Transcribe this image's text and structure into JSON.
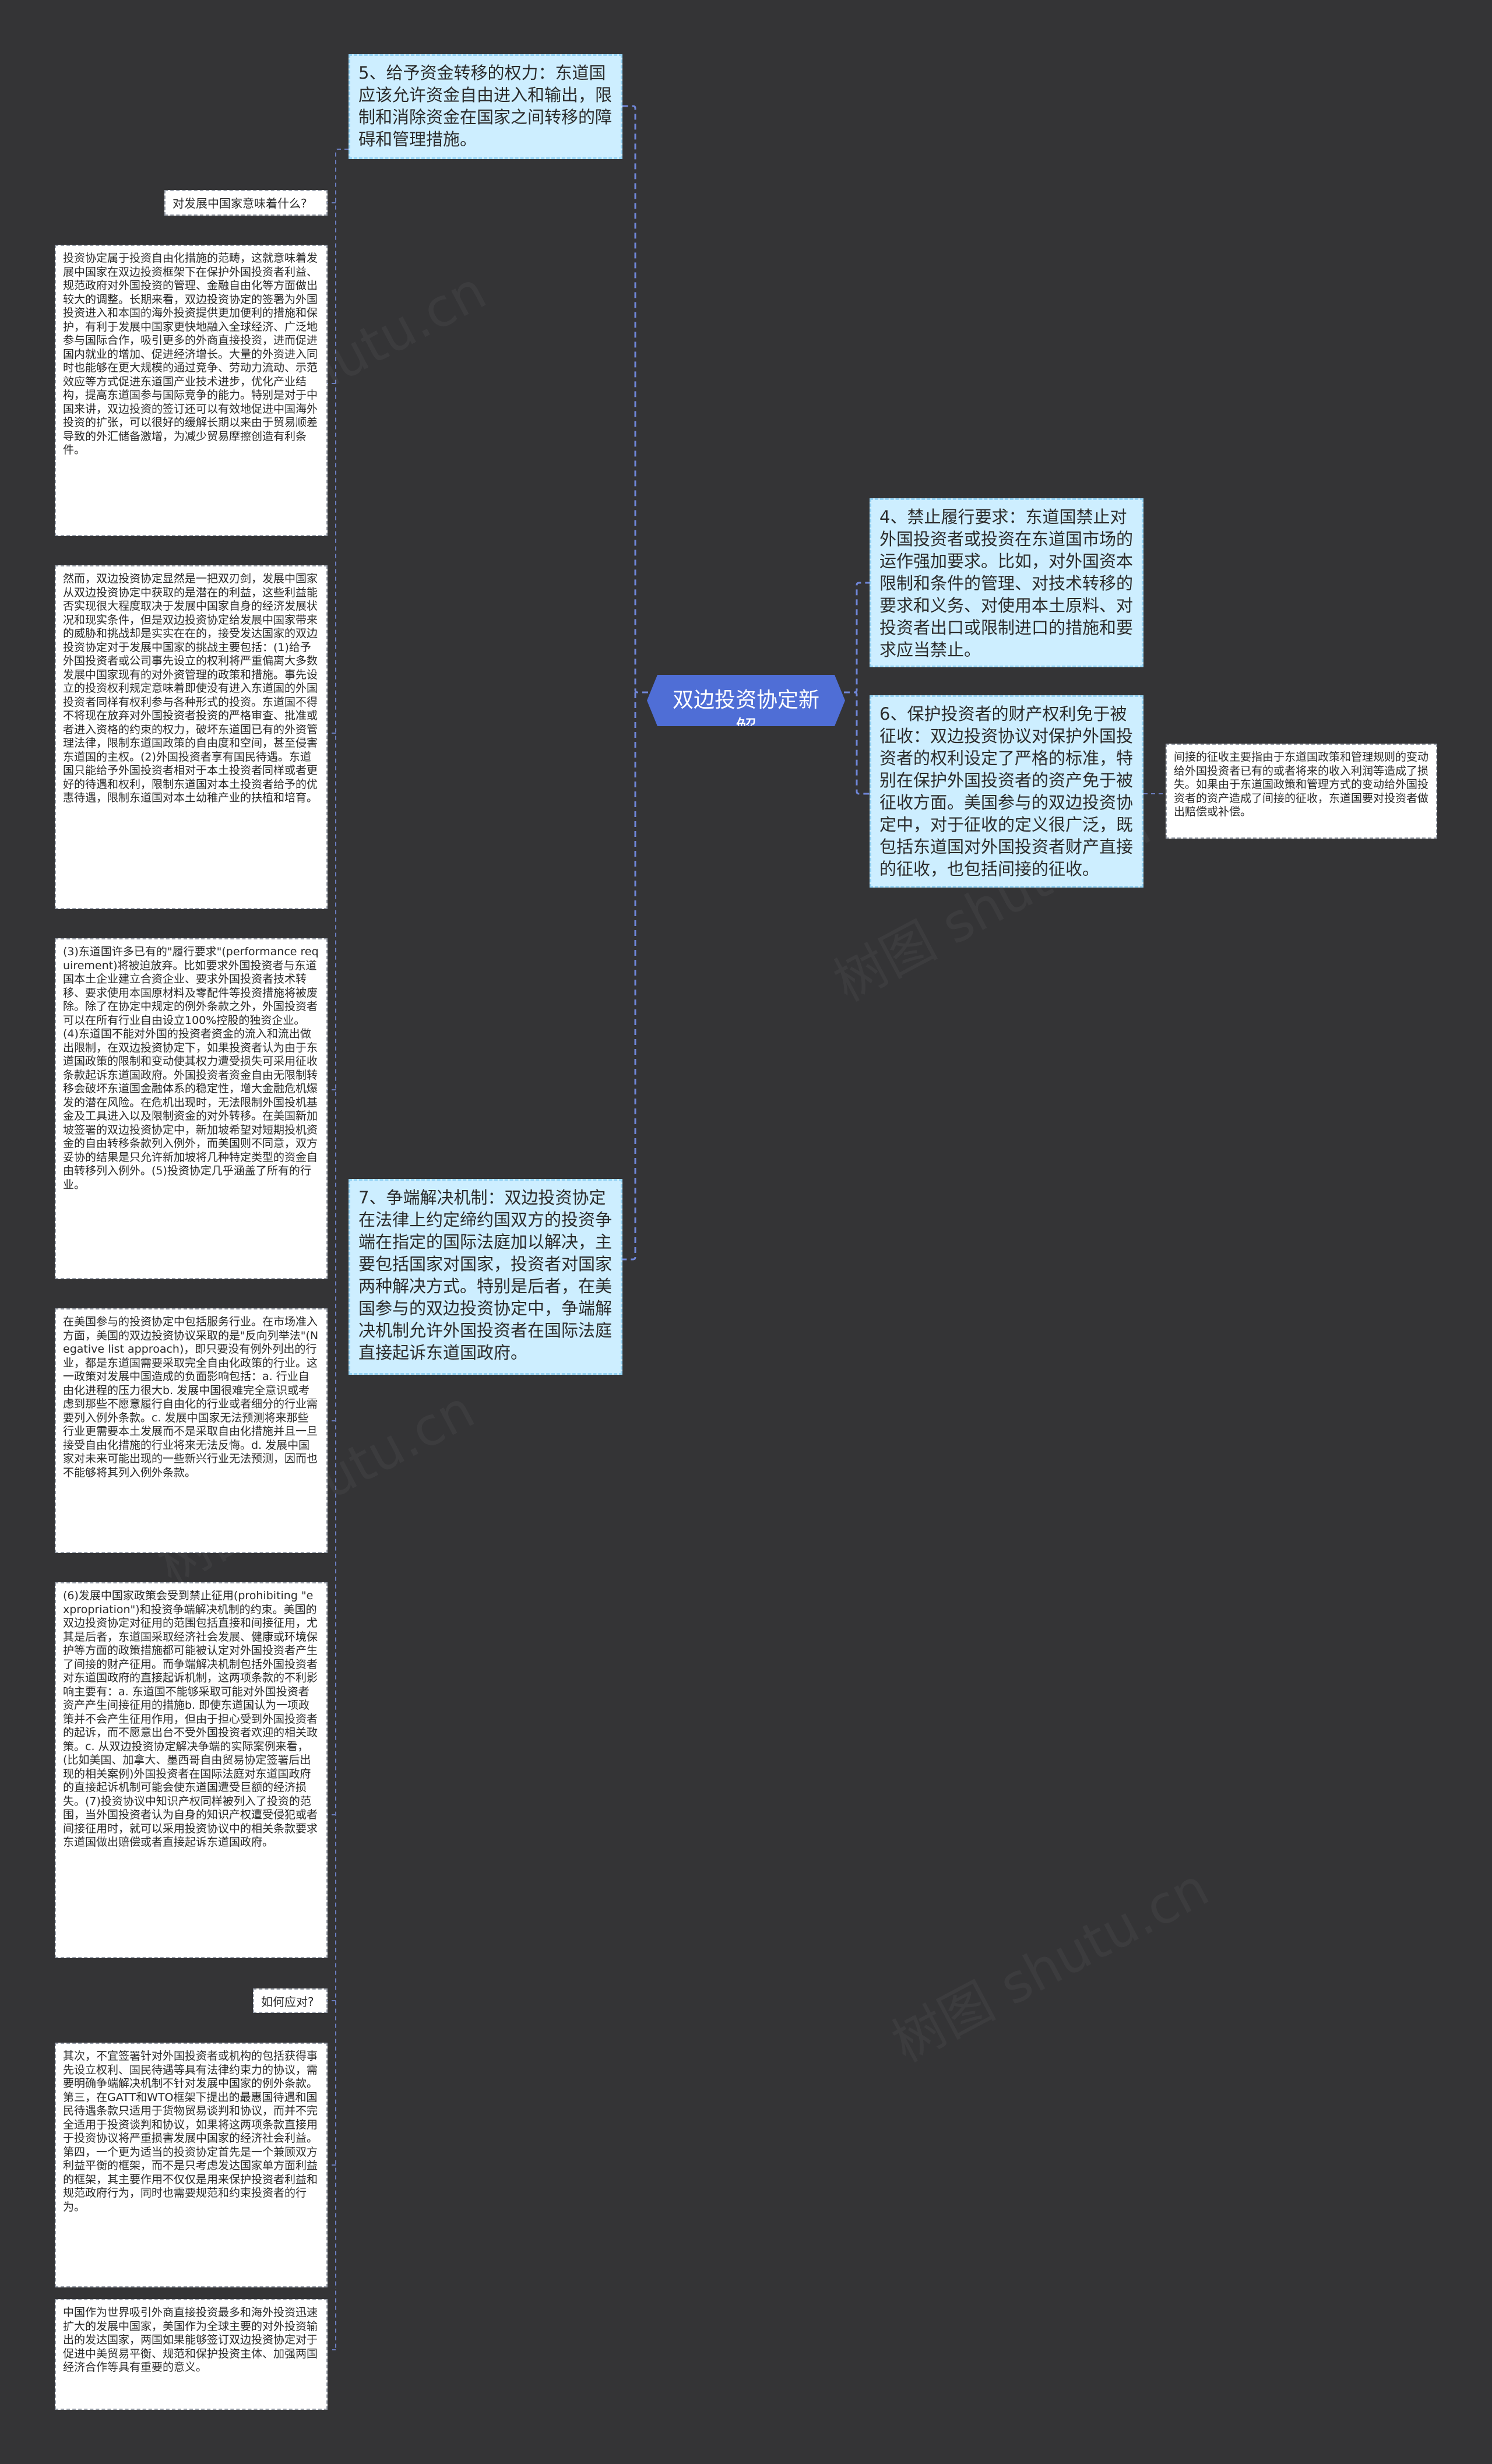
{
  "root": {
    "label": "双边投资协定新解"
  },
  "watermark": {
    "text": "树图 shutu.cn"
  },
  "left_branches": {
    "b5": {
      "text": "5、给予资金转移的权力：东道国应该允许资金自由进入和输出，限制和消除资金在国家之间转移的障碍和管理措施。"
    },
    "b7": {
      "text": "7、争端解决机制：双边投资协定在法律上约定缔约国双方的投资争端在指定的国际法庭加以解决，主要包括国家对国家，投资者对国家两种解决方式。特别是后者，在美国参与的双边投资协定中，争端解决机制允许外国投资者在国际法庭直接起诉东道国政府。"
    }
  },
  "right_branches": {
    "b4": {
      "text": "4、禁止履行要求：东道国禁止对外国投资者或投资在东道国市场的运作强加要求。比如，对外国资本限制和条件的管理、对技术转移的要求和义务、对使用本土原料、对投资者出口或限制进口的措施和要求应当禁止。"
    },
    "b6": {
      "text": "6、保护投资者的财产权利免于被征收：双边投资协议对保护外国投资者的权利设定了严格的标准，特别在保护外国投资者的资产免于被征收方面。美国参与的双边投资协定中，对于征收的定义很广泛，既包括东道国对外国投资者财产直接的征收，也包括间接的征收。"
    }
  },
  "b6_detail": {
    "text": "间接的征收主要指由于东道国政策和管理规则的变动给外国投资者已有的或者将来的收入利润等造成了损失。如果由于东道国政策和管理方式的变动给外国投资者的资产造成了间接的征收，东道国要对投资者做出赔偿或补偿。"
  },
  "sub_nodes": [
    {
      "text": "对发展中国家意味着什么?"
    },
    {
      "text": "投资协定属于投资自由化措施的范畴，这就意味着发展中国家在双边投资框架下在保护外国投资者利益、规范政府对外国投资的管理、金融自由化等方面做出较大的调整。长期来看，双边投资协定的签署为外国投资进入和本国的海外投资提供更加便利的措施和保护，有利于发展中国家更快地融入全球经济、广泛地参与国际合作，吸引更多的外商直接投资，进而促进国内就业的增加、促进经济增长。大量的外资进入同时也能够在更大规模的通过竞争、劳动力流动、示范效应等方式促进东道国产业技术进步，优化产业结构，提高东道国参与国际竞争的能力。特别是对于中国来讲，双边投资的签订还可以有效地促进中国海外投资的扩张，可以很好的缓解长期以来由于贸易顺差导致的外汇储备激增，为减少贸易摩擦创造有利条件。"
    },
    {
      "text": "然而，双边投资协定显然是一把双刃剑，发展中国家从双边投资协定中获取的是潜在的利益，这些利益能否实现很大程度取决于发展中国家自身的经济发展状况和现实条件，但是双边投资协定给发展中国家带来的威胁和挑战却是实实在在的，接受发达国家的双边投资协定对于发展中国家的挑战主要包括：(1)给予外国投资者或公司事先设立的权利将严重偏离大多数发展中国家现有的对外资管理的政策和措施。事先设立的投资权利规定意味着即使没有进入东道国的外国投资者同样有权利参与各种形式的投资。东道国不得不将现在放弃对外国投资者投资的严格审查、批准或者进入资格的约束的权力，破坏东道国已有的外资管理法律，限制东道国政策的自由度和空间，甚至侵害东道国的主权。(2)外国投资者享有国民待遇。东道国只能给予外国投资者相对于本土投资者同样或者更好的待遇和权利，限制东道国对本土投资者给予的优惠待遇，限制东道国对本土幼稚产业的扶植和培育。"
    },
    {
      "text": "(3)东道国许多已有的\"履行要求\"(performance requirement)将被迫放弃。比如要求外国投资者与东道国本土企业建立合资企业、要求外国投资者技术转移、要求使用本国原材料及零配件等投资措施将被废除。除了在协定中规定的例外条款之外，外国投资者可以在所有行业自由设立100%控股的独资企业。(4)东道国不能对外国的投资者资金的流入和流出做出限制，在双边投资协定下，如果投资者认为由于东道国政策的限制和变动使其权力遭受损失可采用征收条款起诉东道国政府。外国投资者资金自由无限制转移会破坏东道国金融体系的稳定性，增大金融危机爆发的潜在风险。在危机出现时，无法限制外国投机基金及工具进入以及限制资金的对外转移。在美国新加坡签署的双边投资协定中，新加坡希望对短期投机资金的自由转移条款列入例外，而美国则不同意，双方妥协的结果是只允许新加坡将几种特定类型的资金自由转移列入例外。(5)投资协定几乎涵盖了所有的行业。"
    },
    {
      "text": "在美国参与的投资协定中包括服务行业。在市场准入方面，美国的双边投资协议采取的是\"反向列举法\"(Negative list approach)，即只要没有例外列出的行业，都是东道国需要采取完全自由化政策的行业。这一政策对发展中国造成的负面影响包括：a. 行业自由化进程的压力很大b. 发展中国很难完全意识或考虑到那些不愿意履行自由化的行业或者细分的行业需要列入例外条款。c. 发展中国家无法预测将来那些行业更需要本土发展而不是采取自由化措施并且一旦接受自由化措施的行业将来无法反悔。d. 发展中国家对未来可能出现的一些新兴行业无法预测，因而也不能够将其列入例外条款。"
    },
    {
      "text": "(6)发展中国家政策会受到禁止征用(prohibiting \"expropriation\")和投资争端解决机制的约束。美国的双边投资协定对征用的范围包括直接和间接征用，尤其是后者，东道国采取经济社会发展、健康或环境保护等方面的政策措施都可能被认定对外国投资者产生了间接的财产征用。而争端解决机制包括外国投资者对东道国政府的直接起诉机制，这两项条款的不利影响主要有：a. 东道国不能够采取可能对外国投资者资产产生间接征用的措施b. 即使东道国认为一项政策并不会产生征用作用，但由于担心受到外国投资者的起诉，而不愿意出台不受外国投资者欢迎的相关政策。c. 从双边投资协定解决争端的实际案例来看，(比如美国、加拿大、墨西哥自由贸易协定签署后出现的相关案例)外国投资者在国际法庭对东道国政府的直接起诉机制可能会使东道国遭受巨额的经济损失。(7)投资协议中知识产权同样被列入了投资的范围，当外国投资者认为自身的知识产权遭受侵犯或者间接征用时，就可以采用投资协议中的相关条款要求东道国做出赔偿或者直接起诉东道国政府。"
    },
    {
      "text": "如何应对?"
    },
    {
      "text": "其次，不宜签署针对外国投资者或机构的包括获得事先设立权利、国民待遇等具有法律约束力的协议，需要明确争端解决机制不针对发展中国家的例外条款。第三，在GATT和WTO框架下提出的最惠国待遇和国民待遇条款只适用于货物贸易谈判和协议，而并不完全适用于投资谈判和协议，如果将这两项条款直接用于投资协议将严重损害发展中国家的经济社会利益。第四，一个更为适当的投资协定首先是一个兼顾双方利益平衡的框架，而不是只考虑发达国家单方面利益的框架，其主要作用不仅仅是用来保护投资者利益和规范政府行为，同时也需要规范和约束投资者的行为。"
    },
    {
      "text": "中国作为世界吸引外商直接投资最多和海外投资迅速扩大的发展中国家，美国作为全球主要的对外投资输出的发达国家，两国如果能够签订双边投资协定对于促进中美贸易平衡、规范和保护投资主体、加强两国经济合作等具有重要的意义。"
    }
  ]
}
